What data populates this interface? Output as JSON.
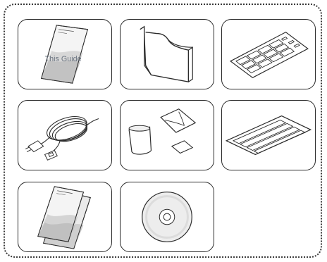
{
  "items": [
    {
      "id": "guide",
      "label": "This Guide"
    },
    {
      "id": "paper-holder"
    },
    {
      "id": "card-sheet"
    },
    {
      "id": "power-cord"
    },
    {
      "id": "cleaning-kit"
    },
    {
      "id": "long-sheet"
    },
    {
      "id": "documentation"
    },
    {
      "id": "cd-rom"
    }
  ],
  "colors": {
    "line": "#2b2b2b",
    "gray": "#c8c8c8",
    "light": "#eeeeee"
  }
}
